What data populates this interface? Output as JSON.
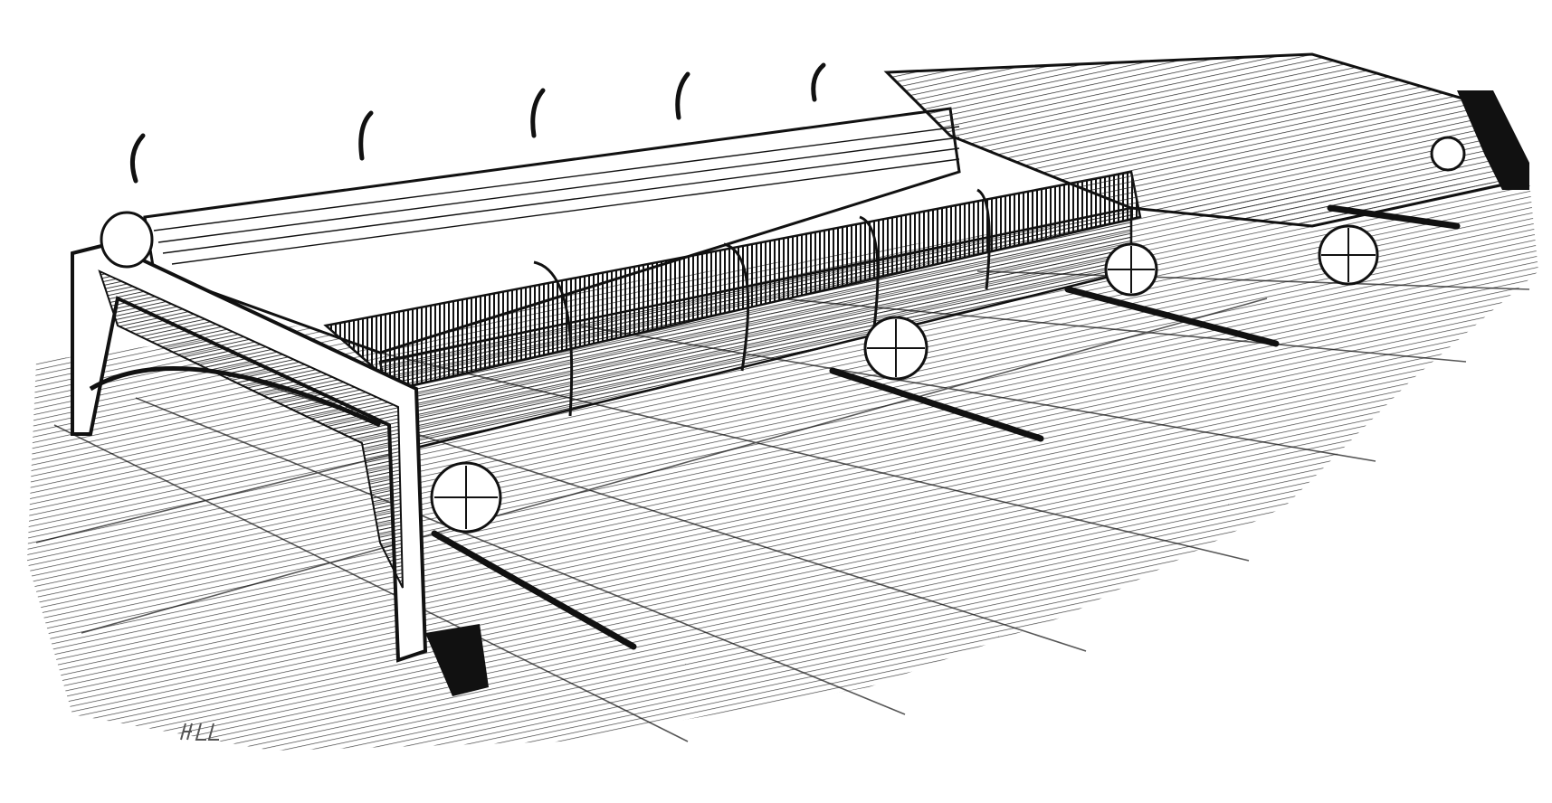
{
  "illustration": {
    "subject": "spinning-mule-machine",
    "style": "black-and-white wood engraving",
    "signature_initials": "H.L."
  },
  "colors": {
    "paper": "#ffffff",
    "ink": "#111111",
    "floor_shade": "#8a8a8a",
    "metal_shadow": "#2a2a2a"
  }
}
